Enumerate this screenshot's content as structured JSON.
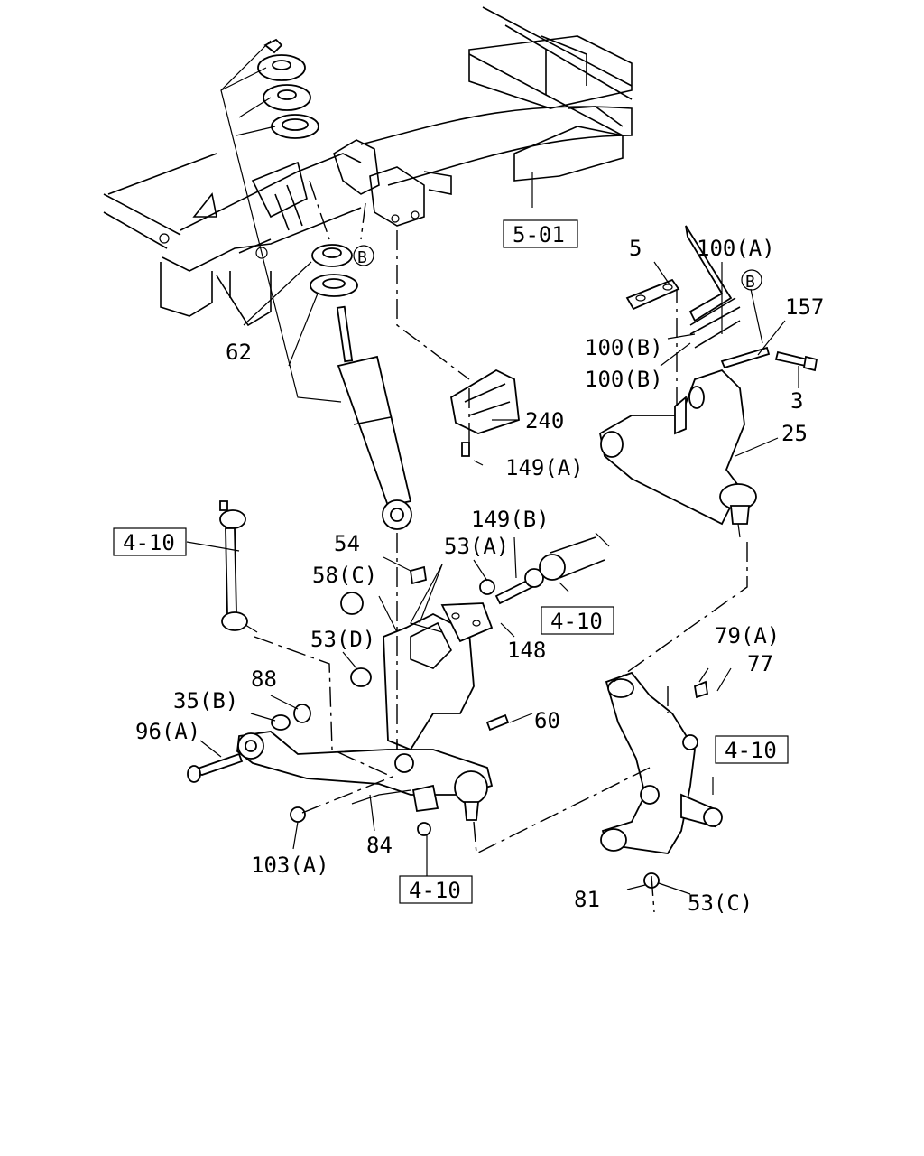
{
  "labels": {
    "l_62": "62",
    "l_5": "5",
    "l_100a": "100(A)",
    "l_100b1": "100(B)",
    "l_100b2": "100(B)",
    "l_157": "157",
    "l_3": "3",
    "l_b1": "B",
    "l_b2": "B",
    "l_240": "240",
    "l_149a": "149(A)",
    "l_25": "25",
    "l_149b": "149(B)",
    "l_54": "54",
    "l_53a": "53(A)",
    "l_58c": "58(C)",
    "l_148": "148",
    "l_53d": "53(D)",
    "l_88": "88",
    "l_35b": "35(B)",
    "l_96a": "96(A)",
    "l_60": "60",
    "l_79a": "79(A)",
    "l_77": "77",
    "l_84": "84",
    "l_103a": "103(A)",
    "l_81": "81",
    "l_53c": "53(C)"
  },
  "refs": {
    "r_501": "5-01",
    "r_410a": "4-10",
    "r_410b": "4-10",
    "r_410c": "4-10",
    "r_410d": "4-10"
  }
}
